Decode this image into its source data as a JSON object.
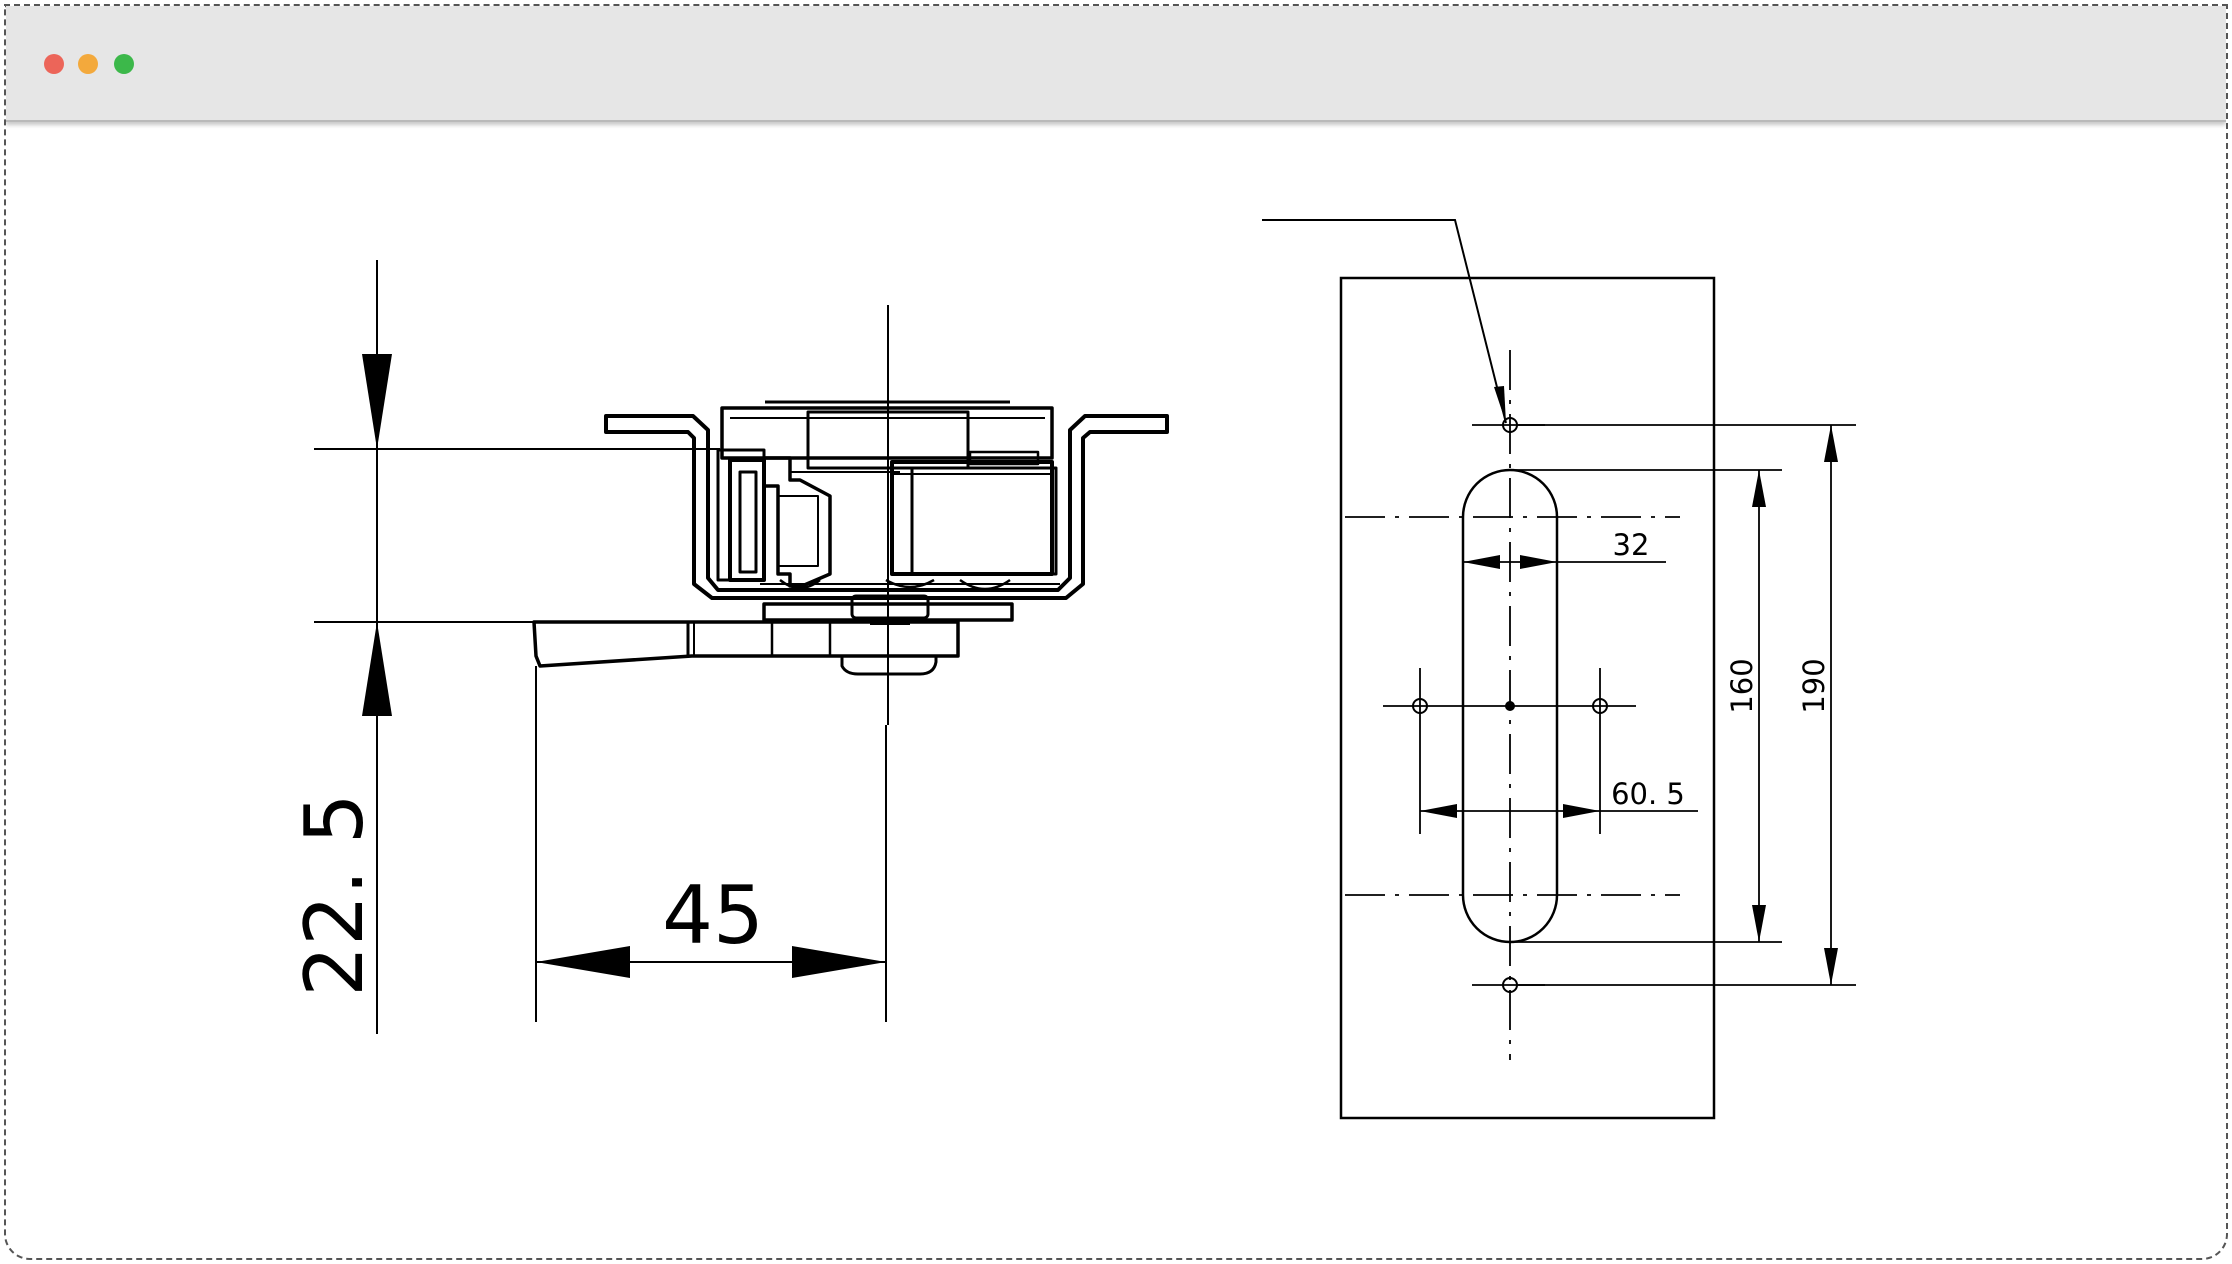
{
  "window": {
    "controls": {
      "close_color": "#ec6559",
      "minimize_color": "#f3a93c",
      "maximize_color": "#3cb84a"
    }
  },
  "drawing": {
    "side_view": {
      "height_dimension": "22. 5",
      "width_dimension": "45"
    },
    "front_view": {
      "slot_width_dimension": "32",
      "hole_spacing_dimension": "60. 5",
      "slot_length_dimension": "160",
      "mounting_spacing_dimension": "190"
    }
  }
}
